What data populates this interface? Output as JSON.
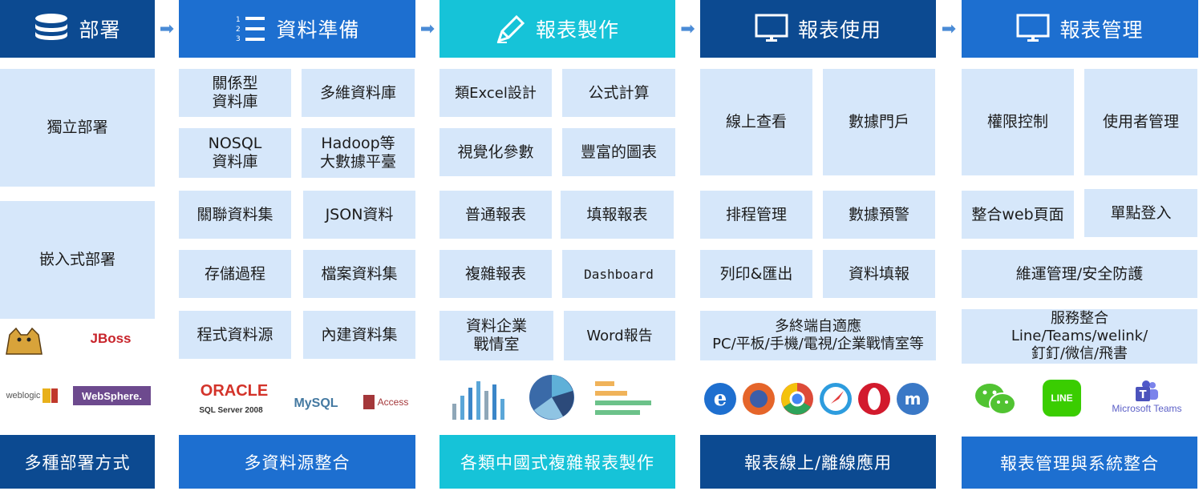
{
  "colors": {
    "dark_blue": "#0c4a91",
    "blue": "#1d6fd0",
    "cyan": "#16c3d8",
    "box_bg": "#d6e7fa",
    "arrow": "#4a8bd6"
  },
  "columns": [
    {
      "header": "部署",
      "icon": "database-icon",
      "footer": "多種部署方式",
      "items": [
        "獨立部署",
        "嵌入式部署"
      ],
      "logos": [
        "Tomcat",
        "JBoss",
        "weblogic",
        "WebSphere."
      ]
    },
    {
      "header": "資料準備",
      "icon": "numbered-list-icon",
      "footer": "多資料源整合",
      "items": [
        "關係型\n資料庫",
        "多維資料庫",
        "NOSQL\n資料庫",
        "Hadoop等\n大數據平臺",
        "關聯資料集",
        "JSON資料",
        "存儲過程",
        "檔案資料集",
        "程式資料源",
        "內建資料集"
      ],
      "logos": [
        "ORACLE",
        "SQL Server 2008",
        "MySQL",
        "Access"
      ]
    },
    {
      "header": "報表製作",
      "icon": "pen-icon",
      "footer": "各類中國式複雜報表製作",
      "items": [
        "類Excel設計",
        "公式計算",
        "視覺化參數",
        "豐富的圖表",
        "普通報表",
        "填報報表",
        "複雜報表",
        "Dashboard",
        "資料企業\n戰情室",
        "Word報告"
      ]
    },
    {
      "header": "報表使用",
      "icon": "monitor-icon",
      "footer": "報表線上/離線應用",
      "items": [
        "線上查看",
        "數據門戶",
        "排程管理",
        "數據預警",
        "列印&匯出",
        "資料填報",
        "多終端自適應\nPC/平板/手機/電視/企業戰情室等"
      ]
    },
    {
      "header": "報表管理",
      "icon": "monitor-icon",
      "footer": "報表管理與系統整合",
      "items": [
        "權限控制",
        "使用者管理",
        "整合web頁面",
        "單點登入",
        "維運管理/安全防護",
        "服務整合\nLine/Teams/welink/\n釘釘/微信/飛書"
      ],
      "logos": [
        "Microsoft Teams",
        "LINE"
      ]
    }
  ]
}
